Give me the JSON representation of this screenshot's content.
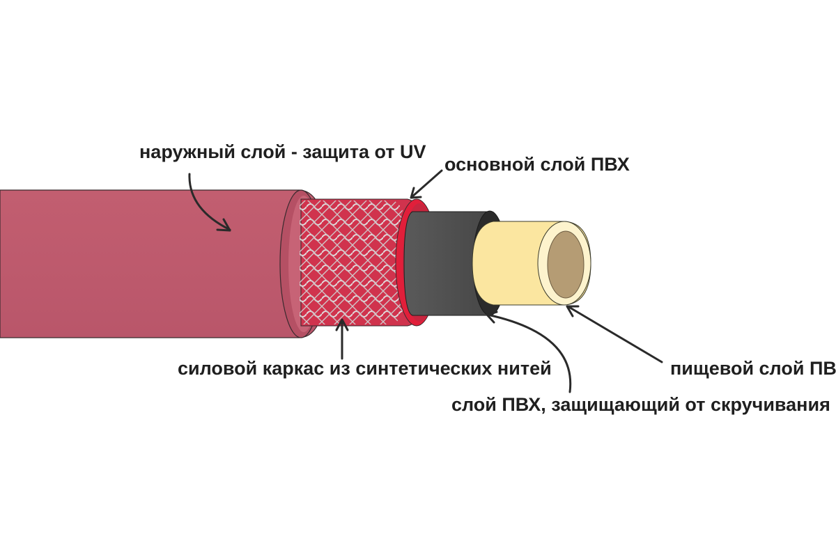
{
  "labels": {
    "outer_layer": "наружный слой -  защита от UV",
    "main_pvc_layer": "основной слой ПВХ",
    "food_pvc_layer": "пищевой слой ПВХ",
    "reinforcement": "силовой каркас из синтетических нитей",
    "anti_twist_layer": "слой ПВХ, защищающий от скручивания"
  },
  "colors": {
    "outer_layer": "#c05a6c",
    "outer_edge": "#a84a5c",
    "main_pvc_layer": "#d4304a",
    "main_pvc_ring": "#e21d38",
    "mesh": "#d9d9d9",
    "anti_twist_layer": "#4a4a4a",
    "anti_twist_ring": "#2c2c2c",
    "food_layer": "#fbe9a6",
    "food_ring": "#fdf5d2",
    "bore": "#b59c74",
    "arrows": "#2a2a2a"
  }
}
